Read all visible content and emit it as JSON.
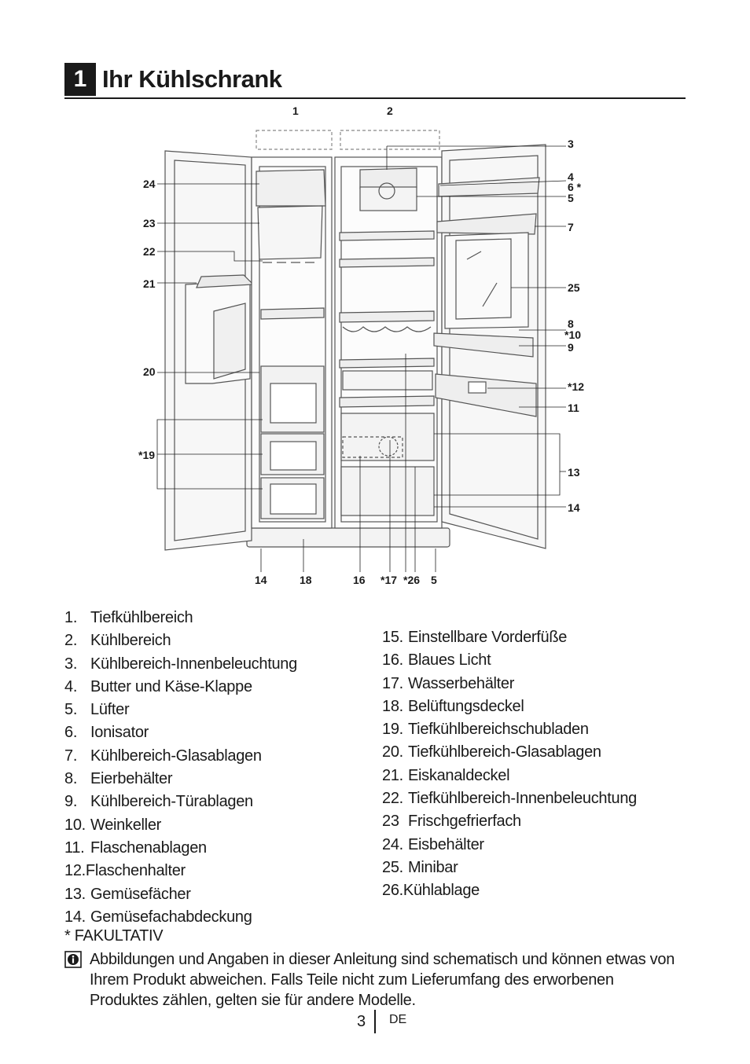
{
  "section": {
    "number": "1",
    "title": "Ihr Kühlschrank"
  },
  "diagram": {
    "callouts": {
      "c1": "1",
      "c2": "2",
      "c3": "3",
      "c4": "4",
      "c6": "6 *",
      "c5": "5",
      "c7": "7",
      "c25": "25",
      "c8": "8",
      "c10": "*10",
      "c9": "9",
      "c12": "*12",
      "c11": "11",
      "c13": "13",
      "c14r": "14",
      "c24": "24",
      "c23": "23",
      "c22": "22",
      "c21": "21",
      "c20": "20",
      "c19": "*19",
      "b14": "14",
      "b18": "18",
      "b16": "16",
      "b17": "*17",
      "b26": "*26",
      "b5": "5"
    }
  },
  "legend_left": [
    {
      "num": "1.",
      "label": "Tiefkühlbereich"
    },
    {
      "num": "2.",
      "label": "Kühlbereich"
    },
    {
      "num": "3.",
      "label": "Kühlbereich-Innenbeleuchtung"
    },
    {
      "num": "4.",
      "label": "Butter und Käse-Klappe"
    },
    {
      "num": "5.",
      "label": "Lüfter"
    },
    {
      "num": "6.",
      "label": "Ionisator"
    },
    {
      "num": "7.",
      "label": "Kühlbereich-Glasablagen"
    },
    {
      "num": "8.",
      "label": "Eierbehälter"
    },
    {
      "num": "9.",
      "label": "Kühlbereich-Türablagen"
    },
    {
      "num": "10.",
      "label": "Weinkeller"
    },
    {
      "num": "11.",
      "label": "Flaschenablagen"
    },
    {
      "num": "12.",
      "label": "Flaschenhalter"
    },
    {
      "num": "13.",
      "label": "Gemüsefächer"
    },
    {
      "num": "14.",
      "label": "Gemüsefachabdeckung"
    }
  ],
  "legend_right": [
    {
      "num": "15.",
      "label": "Einstellbare Vorderfüße"
    },
    {
      "num": "16.",
      "label": "Blaues Licht"
    },
    {
      "num": "17.",
      "label": "Wasserbehälter"
    },
    {
      "num": "18.",
      "label": "Belüftungsdeckel"
    },
    {
      "num": "19.",
      "label": "Tiefkühlbereichschubladen"
    },
    {
      "num": "20.",
      "label": "Tiefkühlbereich-Glasablagen"
    },
    {
      "num": "21.",
      "label": "Eiskanaldeckel"
    },
    {
      "num": "22.",
      "label": "Tiefkühlbereich-Innenbeleuchtung"
    },
    {
      "num": "23",
      "label": "Frischgefrierfach"
    },
    {
      "num": "24.",
      "label": "Eisbehälter"
    },
    {
      "num": "25.",
      "label": "Minibar"
    },
    {
      "num": "26.",
      "label": "Kühlablage"
    }
  ],
  "footnote": "* FAKULTATIV",
  "info_note": "Abbildungen und Angaben in dieser Anleitung sind schematisch und können etwas von Ihrem Produkt abweichen. Falls Teile nicht zum Lieferumfang des erworbenen Produktes zählen, gelten sie für andere Modelle.",
  "footer": {
    "page": "3",
    "lang": "DE"
  }
}
